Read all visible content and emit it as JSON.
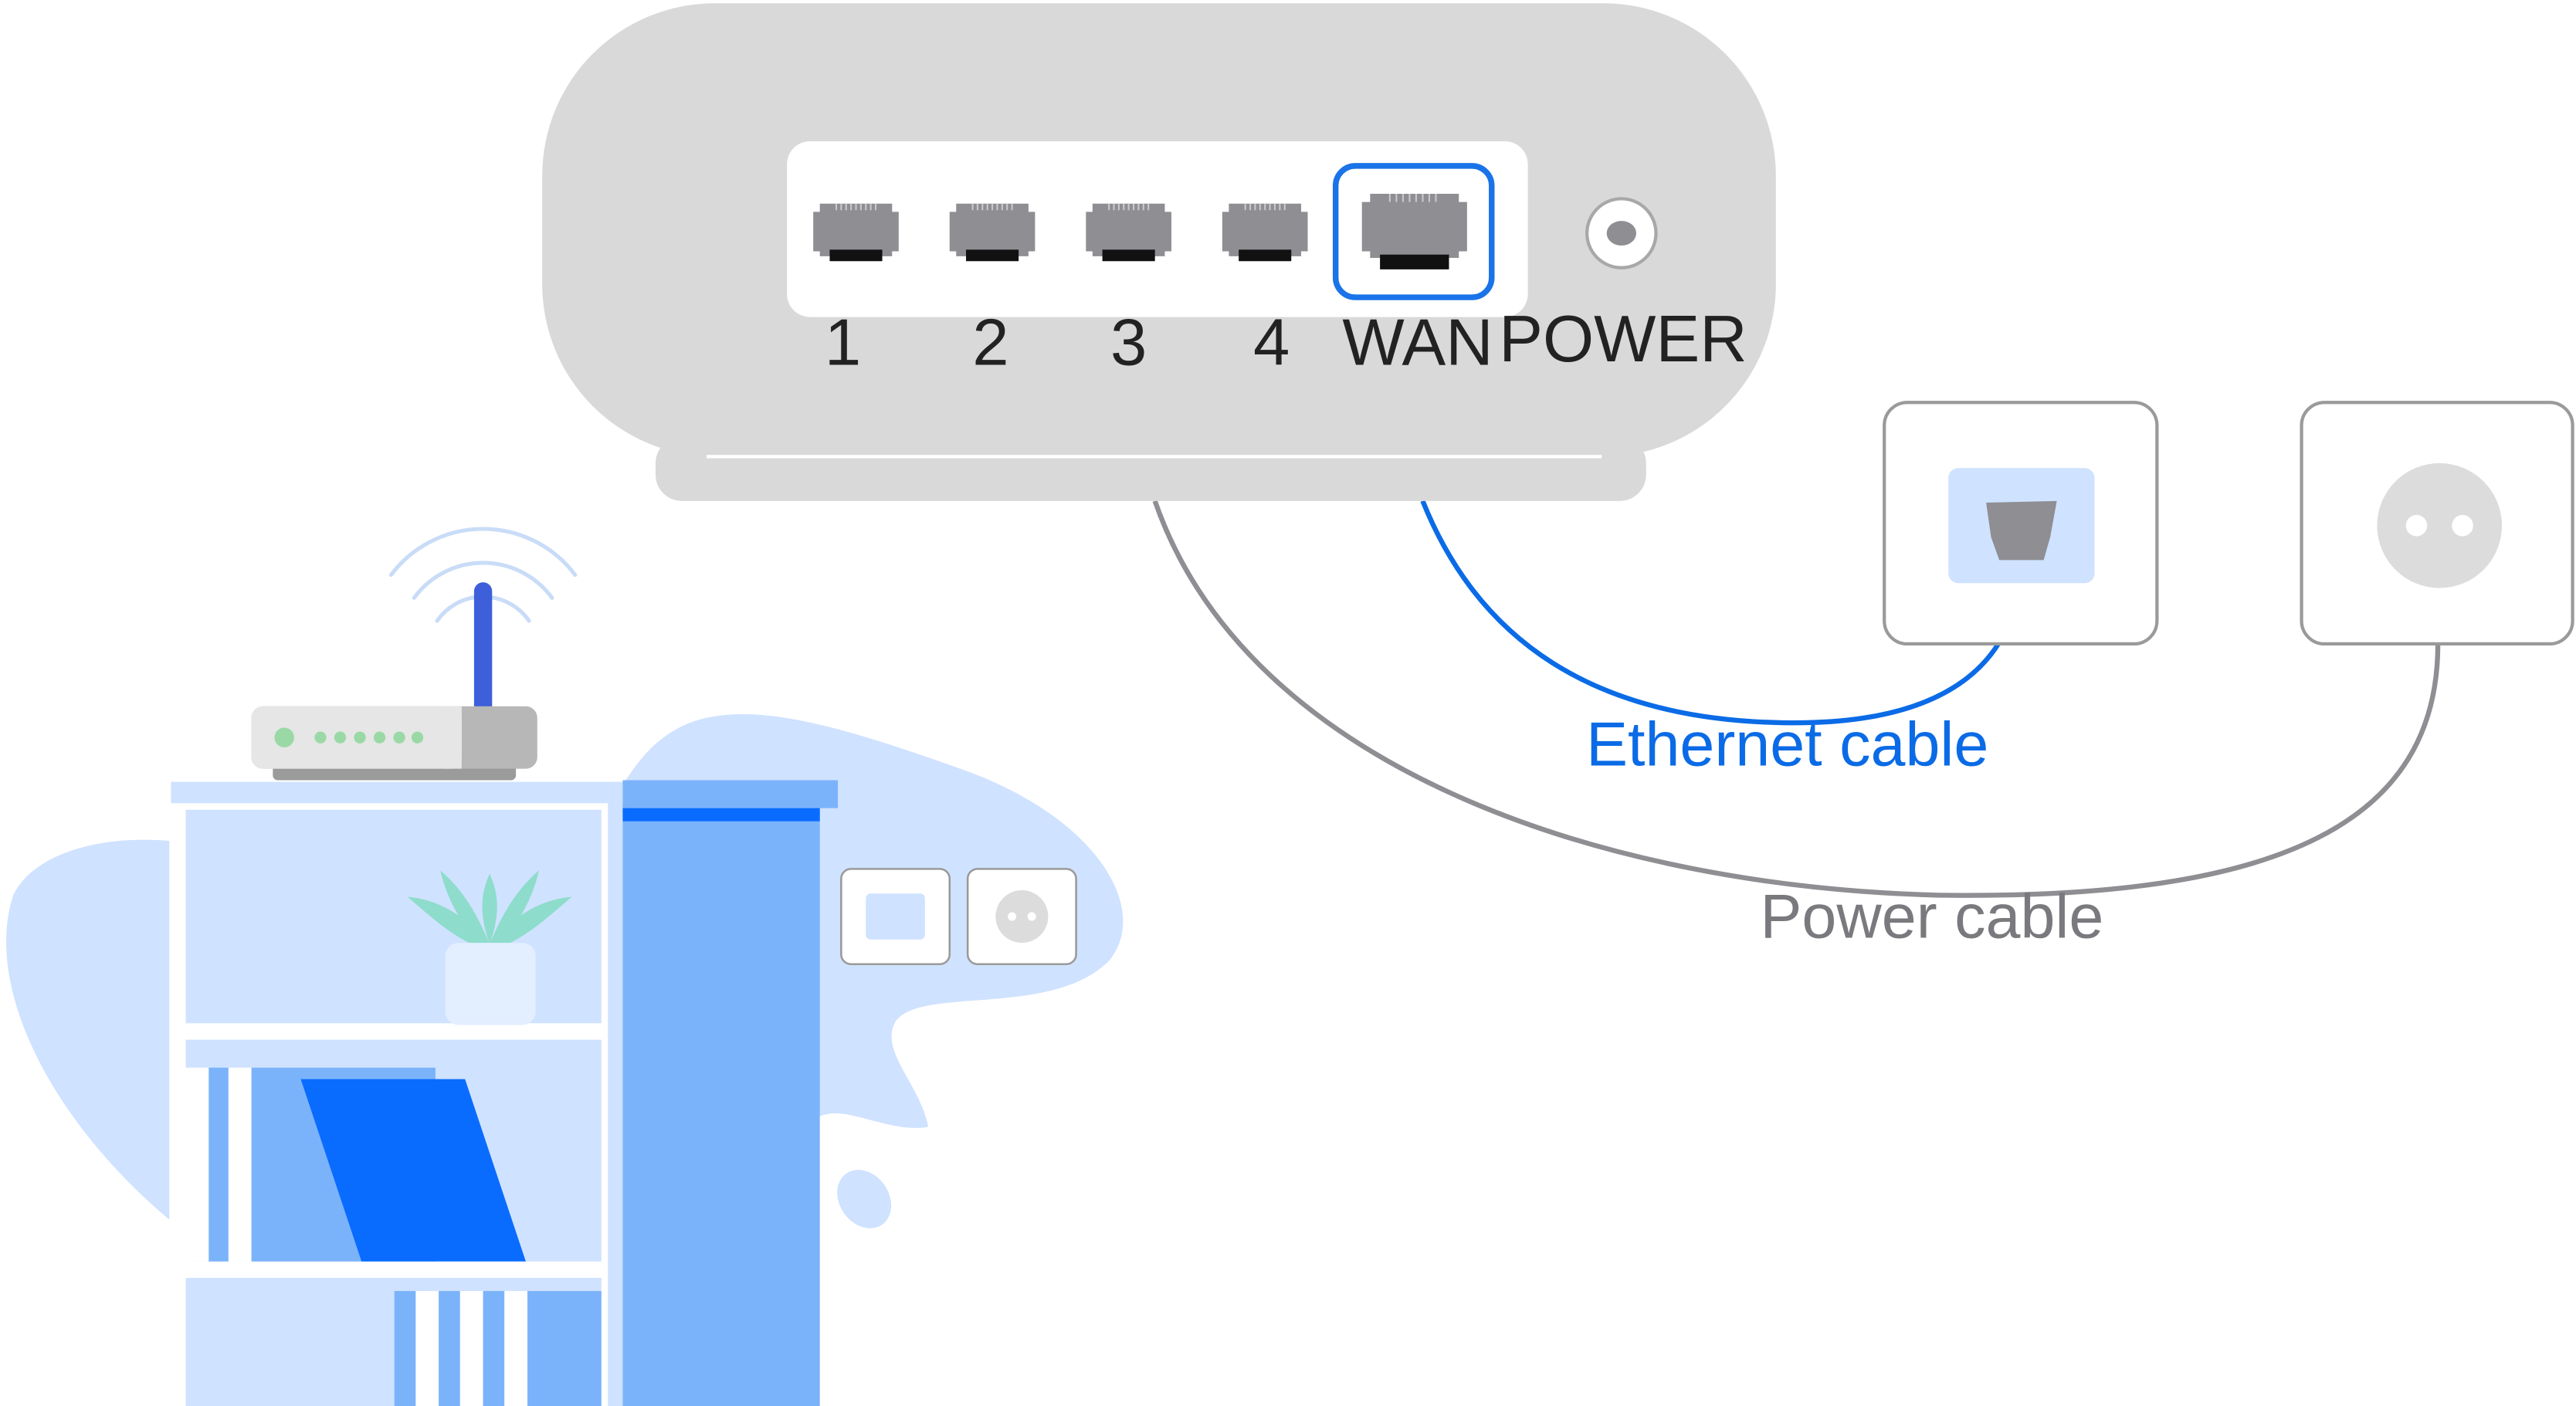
{
  "router": {
    "ports": [
      {
        "id": "port-1",
        "label": "1",
        "highlighted": false
      },
      {
        "id": "port-2",
        "label": "2",
        "highlighted": false
      },
      {
        "id": "port-3",
        "label": "3",
        "highlighted": false
      },
      {
        "id": "port-4",
        "label": "4",
        "highlighted": false
      },
      {
        "id": "port-wan",
        "label": "WAN",
        "highlighted": true
      }
    ],
    "power_label": "POWER"
  },
  "cables": {
    "ethernet_label": "Ethernet cable",
    "power_label": "Power cable"
  },
  "colors": {
    "router_body": "#d9d9d9",
    "port_panel": "#ffffff",
    "port_gray": "#8e8e93",
    "highlight_blue": "#1a73e8",
    "ethernet_blue": "#0b6be6",
    "power_cable_gray": "#8e8e93",
    "light_blue_bg": "#cfe2ff",
    "shelf_light": "#cfe2ff",
    "shelf_mid": "#7bb3fb",
    "book_blue": "#0a6cff",
    "plant_green": "#8edccb",
    "antenna_blue": "#3d5fd9",
    "signal_blue": "#c9dcf7",
    "led_green": "#9ad9a5"
  },
  "icons": {
    "ethernet_port": "ethernet-port-icon",
    "power_socket": "power-socket-icon",
    "wifi_signal": "wifi-signal-icon"
  }
}
